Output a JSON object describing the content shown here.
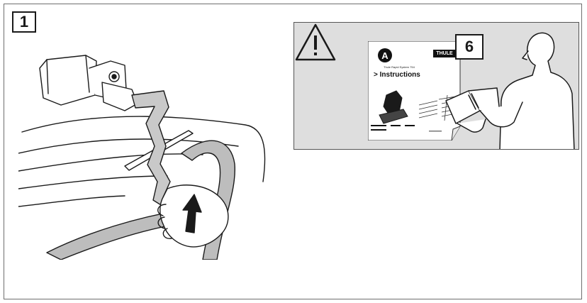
{
  "step": {
    "number": "1"
  },
  "reference_panel": {
    "page_number": "6",
    "brand": "THULE",
    "badge": "A",
    "manual_subtitle": "Thule Rapid System 754",
    "manual_heading": "> Instructions"
  },
  "icons": {
    "warning": "warning-triangle-icon",
    "arrow": "up-arrow-icon"
  }
}
